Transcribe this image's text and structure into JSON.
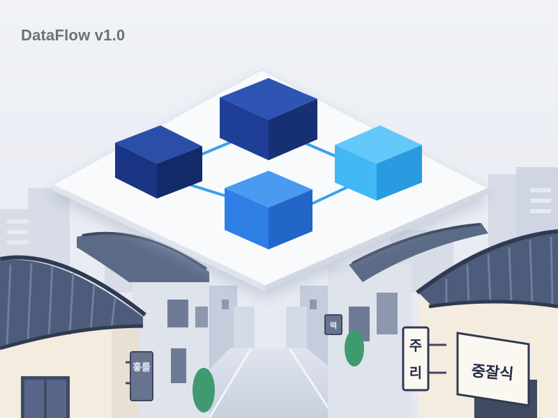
{
  "header": {
    "title": "DataFlow v1.0"
  },
  "signs": {
    "left_vertical": "흫를",
    "small_hanging": "떡",
    "right_vertical_top": "주",
    "right_vertical_bottom": "리",
    "right_horizontal": "중잘식"
  },
  "colors": {
    "background": "#eef1f6",
    "node_dark": "#1f3f96",
    "node_mid": "#2f7ee6",
    "node_light": "#42b8f5",
    "connector": "#3aa0ee",
    "roof": "#4d5c7a",
    "wall": "#f4ecde"
  },
  "icons": [
    "network-platform-illustration",
    "hanok-rooftops",
    "alley-street"
  ]
}
